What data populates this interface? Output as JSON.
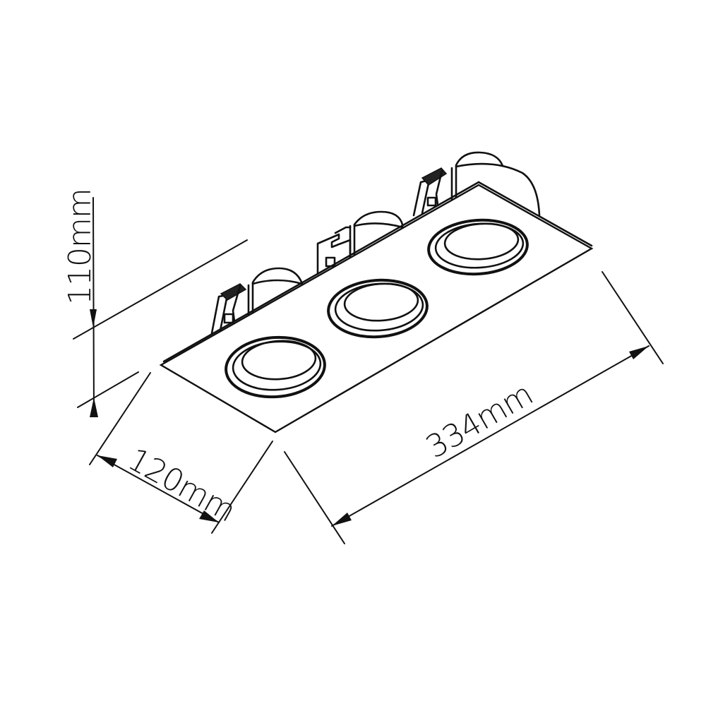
{
  "diagram": {
    "subject": "triple recessed downlight fitting, isometric line drawing",
    "colors": {
      "line": "#111111",
      "background": "#ffffff"
    },
    "dimensions": {
      "height": {
        "label": "110mm",
        "value": 110,
        "unit": "mm"
      },
      "width": {
        "label": "120mm",
        "value": 120,
        "unit": "mm"
      },
      "length": {
        "label": "334mm",
        "value": 334,
        "unit": "mm"
      }
    },
    "parts": {
      "lamp_count": 3,
      "spring_clip_count": 2,
      "bracket_clip_count": 1
    }
  }
}
